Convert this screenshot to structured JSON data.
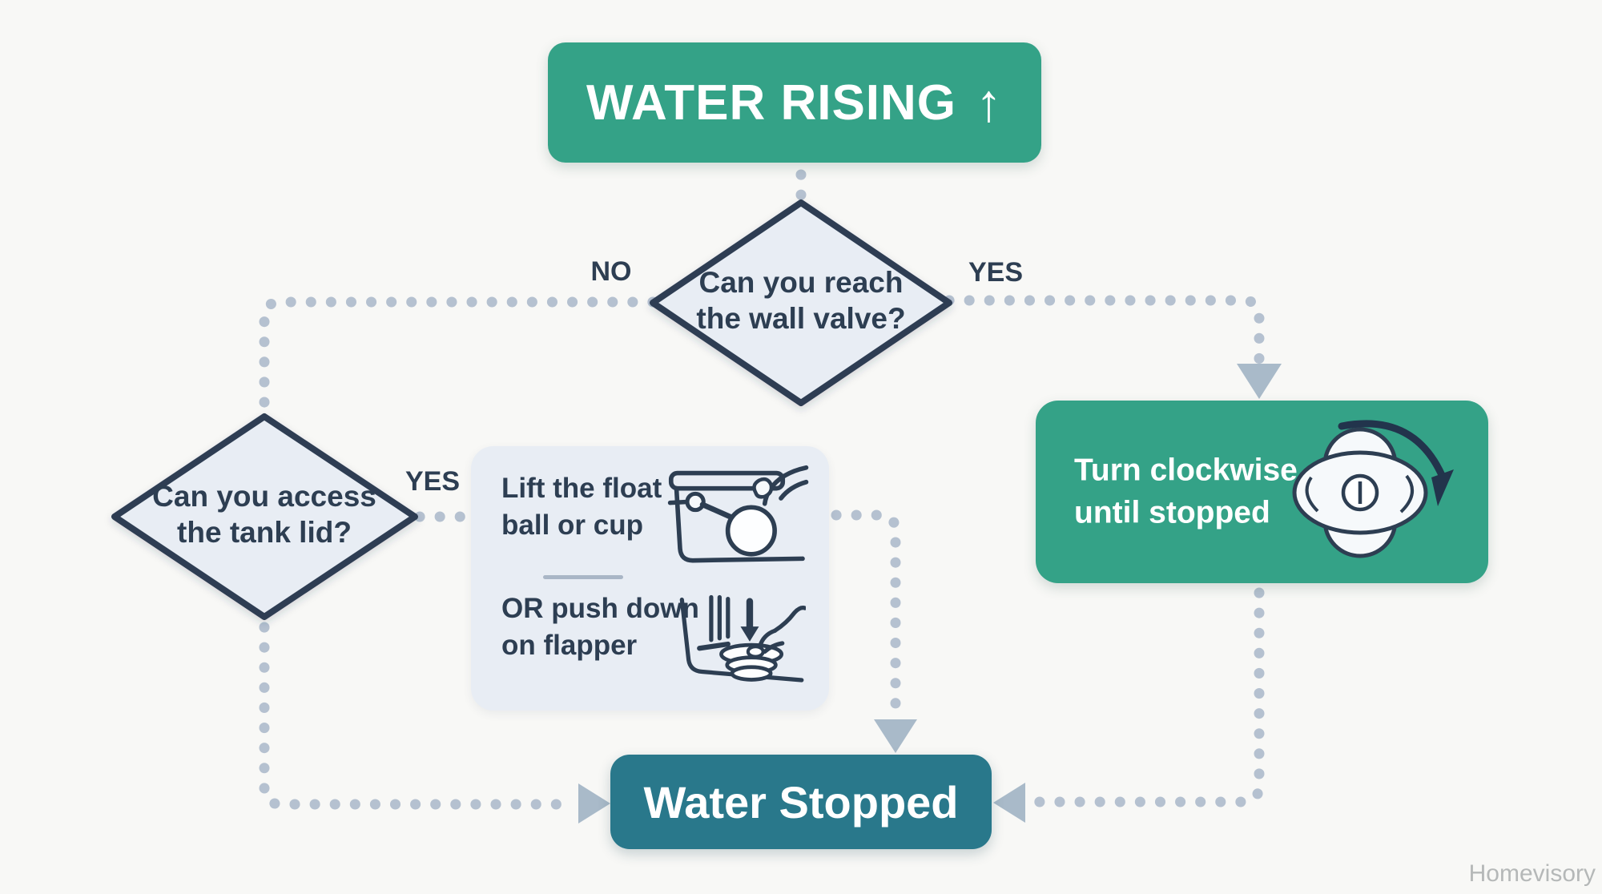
{
  "colors": {
    "background": "#f8f8f6",
    "accent_green": "#34a287",
    "accent_teal_dark": "#29788b",
    "navy_ink": "#2d3e52",
    "diamond_fill": "#e8edf4",
    "panel_fill": "#e8edf4",
    "connector_dots": "#b5c1d0",
    "arrowheads": "#a9bac9",
    "watermark_gray": "#b5b8b8"
  },
  "banner": {
    "label": "WATER RISING",
    "arrow": "↑"
  },
  "decision_wall_valve": {
    "line1": "Can you reach",
    "line2": "the wall valve?"
  },
  "decision_tank_lid": {
    "line1": "Can you access",
    "line2": "the tank lid?"
  },
  "branch_labels": {
    "no": "NO",
    "yes_right": "YES",
    "yes_left": "YES"
  },
  "action_valve": {
    "line1": "Turn clockwise",
    "line2": "until stopped"
  },
  "action_tank": {
    "option1_line1": "Lift the float",
    "option1_line2": "ball or cup",
    "option2_line1": "OR push down",
    "option2_line2": "on flapper"
  },
  "end_node": {
    "label": "Water Stopped"
  },
  "watermark": {
    "text": "Homevisory"
  },
  "icons": {
    "banner_arrow": "up-arrow-icon",
    "valve_handle": "valve-handle-icon",
    "clockwise_arrow": "clockwise-arrow-icon",
    "float_ball": "float-ball-lift-icon",
    "flapper_push": "flapper-push-icon"
  }
}
